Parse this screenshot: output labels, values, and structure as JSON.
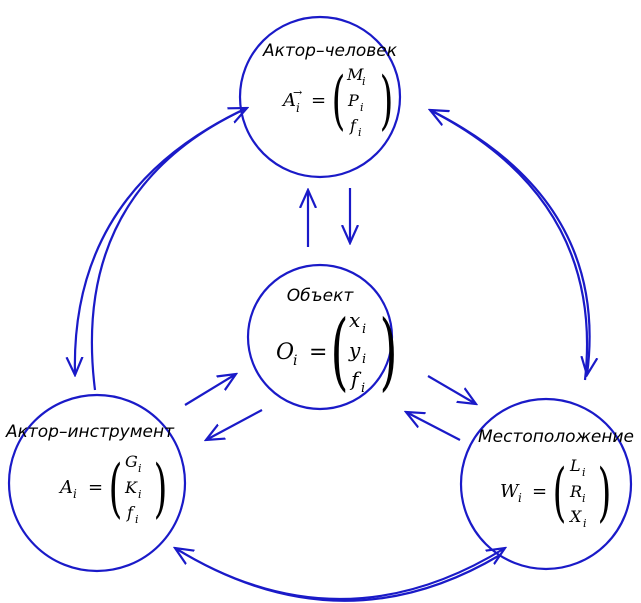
{
  "colors": {
    "stroke": "#1a1ac8",
    "text": "#000000",
    "background": "#ffffff"
  },
  "nodes": {
    "human_actor": {
      "title": "Актор–человек",
      "symbol": "A",
      "subscript": "i",
      "superscript": "→",
      "equals": "=",
      "vector": [
        "M",
        "P",
        "f"
      ],
      "vector_subscript": "i"
    },
    "object": {
      "title": "Объект",
      "symbol": "O",
      "subscript": "i",
      "equals": "=",
      "vector": [
        "x",
        "y",
        "f"
      ],
      "vector_subscript": "i"
    },
    "tool_actor": {
      "title": "Актор–инструмент",
      "symbol": "A",
      "subscript": "i",
      "equals": "=",
      "vector": [
        "G",
        "K",
        "f"
      ],
      "vector_subscript": "i"
    },
    "location": {
      "title": "Местоположение",
      "symbol": "W",
      "subscript": "i",
      "equals": "=",
      "vector": [
        "L",
        "R",
        "X"
      ],
      "vector_subscript": "i"
    }
  }
}
